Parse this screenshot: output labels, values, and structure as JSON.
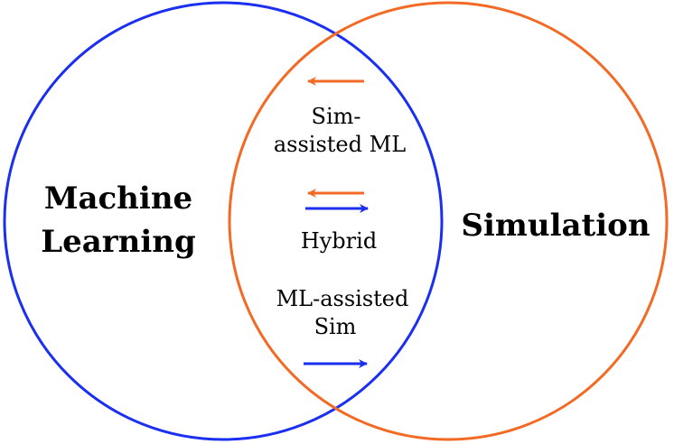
{
  "colors": {
    "machine_learning": "#1a2ff0",
    "simulation": "#f26a24",
    "text": "#000000"
  },
  "sets": {
    "machine_learning": {
      "line1": "Machine",
      "line2": "Learning"
    },
    "simulation": {
      "label": "Simulation"
    }
  },
  "intersection": {
    "sim_assisted_ml": {
      "line1": "Sim-",
      "line2": "assisted ML",
      "arrow_direction": "left",
      "arrow_color_key": "simulation"
    },
    "hybrid": {
      "label": "Hybrid",
      "arrows": [
        "left (simulation color)",
        "right (machine learning color)"
      ]
    },
    "ml_assisted_sim": {
      "line1": "ML-assisted",
      "line2": "Sim",
      "arrow_direction": "right",
      "arrow_color_key": "machine_learning"
    }
  }
}
